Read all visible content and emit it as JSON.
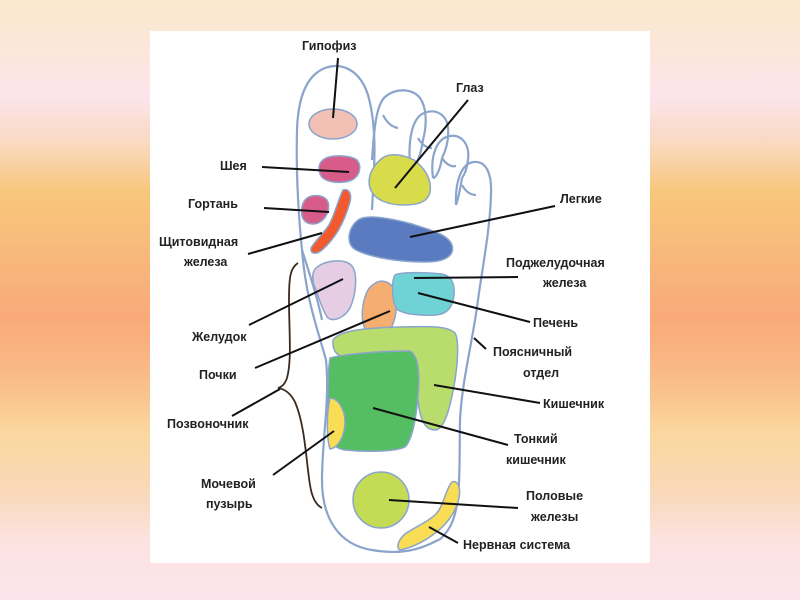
{
  "diagram": {
    "subject": "foot-reflexology-map",
    "colors": {
      "outline": "#8AA4CC",
      "pituitary": "#F2C0B4",
      "neck": "#D85C8A",
      "larynx": "#D85C8A",
      "thyroid": "#F25A2E",
      "eye": "#D8DC4A",
      "lungs": "#5B7BC0",
      "stomach": "#E5CDE3",
      "kidneys": "#F5AE70",
      "pancreas": "#6FD3D6",
      "liver": "#6FD3D6",
      "intestine": "#B9DD6C",
      "small_intestine": "#55BE62",
      "bladder": "#F8DD55",
      "sex_glands": "#C4DC55",
      "nervous_system": "#F8DD55",
      "leader_line": "#111111",
      "brace": "#3A2A20"
    },
    "labels": {
      "pituitary": "Гипофиз",
      "eye": "Глаз",
      "neck": "Шея",
      "larynx": "Гортань",
      "thyroid_1": "Щитовидная",
      "thyroid_2": "железа",
      "lungs": "Легкие",
      "pancreas_1": "Поджелудочная",
      "pancreas_2": "железа",
      "stomach": "Желудок",
      "liver": "Печень",
      "kidneys": "Почки",
      "lumbar_1": "Поясничный",
      "lumbar_2": "отдел",
      "spine": "Позвоночник",
      "intestine": "Кишечник",
      "small_intestine_1": "Тонкий",
      "small_intestine_2": "кишечник",
      "bladder_1": "Мочевой",
      "bladder_2": "пузырь",
      "sex_glands_1": "Половые",
      "sex_glands_2": "железы",
      "nervous_system": "Нервная система"
    }
  }
}
